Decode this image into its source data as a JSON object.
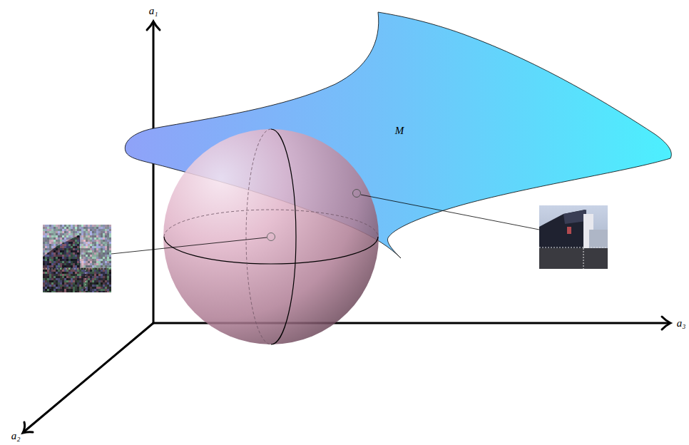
{
  "diagram": {
    "labels": [
      "a₁",
      "a₂",
      "a₃",
      "M"
    ]
  }
}
